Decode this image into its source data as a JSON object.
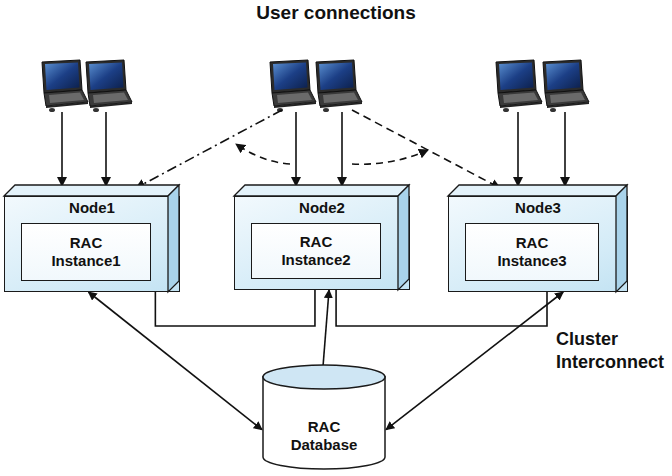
{
  "diagram": {
    "title": "User connections",
    "nodes": [
      {
        "text": [
          "Node1"
        ]
      },
      {
        "text": [
          "RAC Instance1"
        ],
        "in": 0
      },
      {
        "text": [
          "Node2"
        ]
      },
      {
        "text": [
          "RAC Instance2"
        ],
        "in": 2
      },
      {
        "text": [
          "Node3"
        ]
      },
      {
        "text": [
          "RAC Instance3"
        ],
        "in": 4
      },
      {
        "text": [
          "RAC Database"
        ]
      }
    ],
    "edges": [
      {
        "from": 0,
        "to": 6,
        "arrow": "both"
      },
      {
        "from": 2,
        "to": 6,
        "arrow": "both"
      },
      {
        "from": 4,
        "to": 6,
        "arrow": "both"
      },
      {
        "from": 0,
        "to": 2,
        "arrow": "none"
      },
      {
        "from": 2,
        "to": 4,
        "arrow": "none"
      }
    ],
    "labels": [
      "Cluster Interconnect"
    ]
  }
}
